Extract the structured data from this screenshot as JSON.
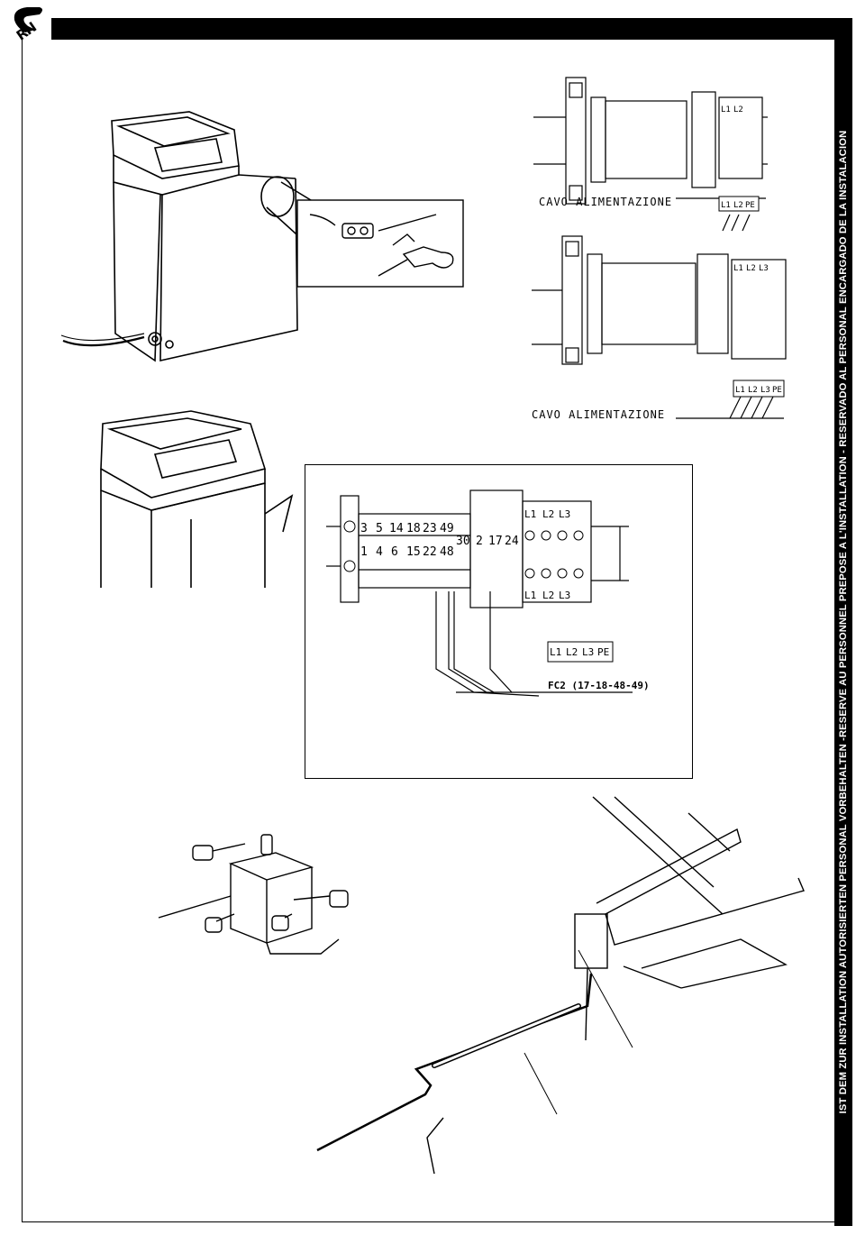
{
  "logo": {
    "text": "RN"
  },
  "side_banner": {
    "text": "IST DEM ZUR INSTALLATION AUTORISIERTEN PERSONAL VORBEHALTEN -RESERVE AU PERSONNEL PREPOSE A L'INSTALLATION - RESERVADO AL PERSONAL ENCARGADO DE LA INSTALACION"
  },
  "diagram_single_phase": {
    "caption": "CAVO ALIMENTAZIONE",
    "terminals": [
      "L1",
      "L2",
      "PE"
    ],
    "top_labels": [
      "L1",
      "L2"
    ]
  },
  "diagram_three_phase": {
    "caption": "CAVO ALIMENTAZIONE",
    "terminals": [
      "L1",
      "L2",
      "L3",
      "PE"
    ],
    "top_labels": [
      "L1",
      "L2",
      "L3"
    ]
  },
  "terminal_board": {
    "upper_numbers": [
      "3",
      "5",
      "14",
      "18",
      "23",
      "49"
    ],
    "lower_numbers": [
      "1",
      "4",
      "6",
      "15",
      "22",
      "48"
    ],
    "middle_numbers": [
      "30",
      "2",
      "17",
      "24"
    ],
    "phase_top": [
      "L1",
      "L2",
      "L3"
    ],
    "phase_bottom": [
      "L1",
      "L2",
      "L3"
    ],
    "supply_terminals": [
      "L1",
      "L2",
      "L3",
      "PE"
    ],
    "fc2_label": "FC2 (17-18-48-49)"
  }
}
